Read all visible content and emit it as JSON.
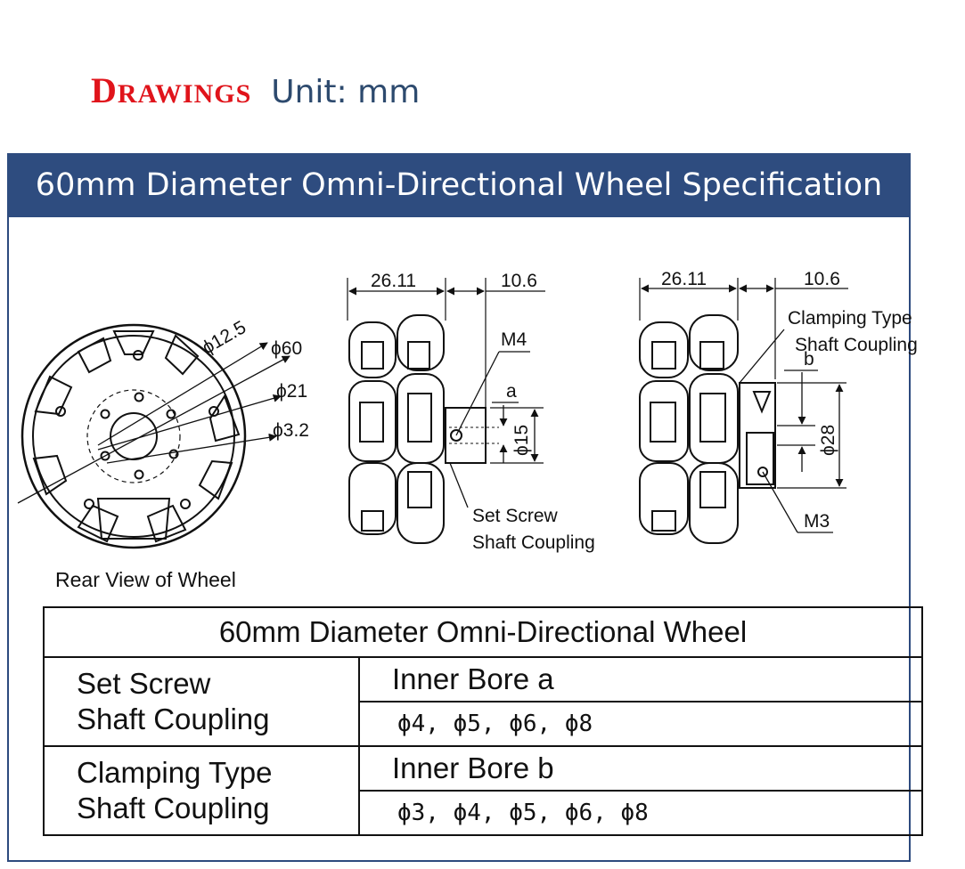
{
  "header": {
    "title_first": "D",
    "title_rest": "RAWINGS",
    "unit": "Unit: mm"
  },
  "banner": {
    "title": "60mm Diameter Omni-Directional Wheel Specification"
  },
  "rear_view": {
    "label": "Rear View of Wheel",
    "dims": [
      "ϕ12.5",
      "ϕ60",
      "ϕ21",
      "ϕ3.2"
    ]
  },
  "set_screw_view": {
    "dim_width": "26.11",
    "dim_hub": "10.6",
    "thread": "M4",
    "bore_label": "a",
    "hub_dia": "ϕ15",
    "caption_1": "Set Screw",
    "caption_2": "Shaft Coupling"
  },
  "clamping_view": {
    "dim_width": "26.11",
    "dim_hub": "10.6",
    "caption_1": "Clamping Type",
    "caption_2": "Shaft Coupling",
    "bore_label": "b",
    "hub_dia": "ϕ28",
    "thread": "M3"
  },
  "table": {
    "title": "60mm Diameter Omni-Directional Wheel",
    "rows": [
      {
        "type_1": "Set Screw",
        "type_2": "Shaft Coupling",
        "heading": "Inner Bore a",
        "values": "ϕ4, ϕ5, ϕ6, ϕ8"
      },
      {
        "type_1": "Clamping Type",
        "type_2": "Shaft Coupling",
        "heading": "Inner Bore b",
        "values": "ϕ3, ϕ4, ϕ5, ϕ6, ϕ8"
      }
    ]
  }
}
